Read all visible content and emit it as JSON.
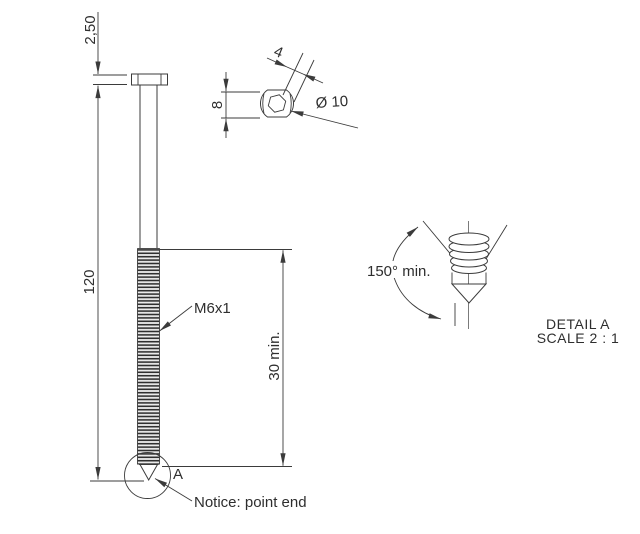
{
  "views": {
    "front": {
      "head_thickness": "2,50",
      "overall_length": "120",
      "thread_spec": "M6x1",
      "thread_length": "30 min.",
      "detail_label": "A",
      "notice": "Notice: point end"
    },
    "top": {
      "socket_size": "4",
      "head_height": "8",
      "head_diameter": "Ø 10"
    },
    "detail_a": {
      "point_angle": "150° min.",
      "title": "DETAIL A",
      "scale": "SCALE 2 : 1"
    }
  },
  "colors": {
    "background": "#ffffff",
    "line": "#3b3b3b",
    "text": "#2e2e2e"
  }
}
